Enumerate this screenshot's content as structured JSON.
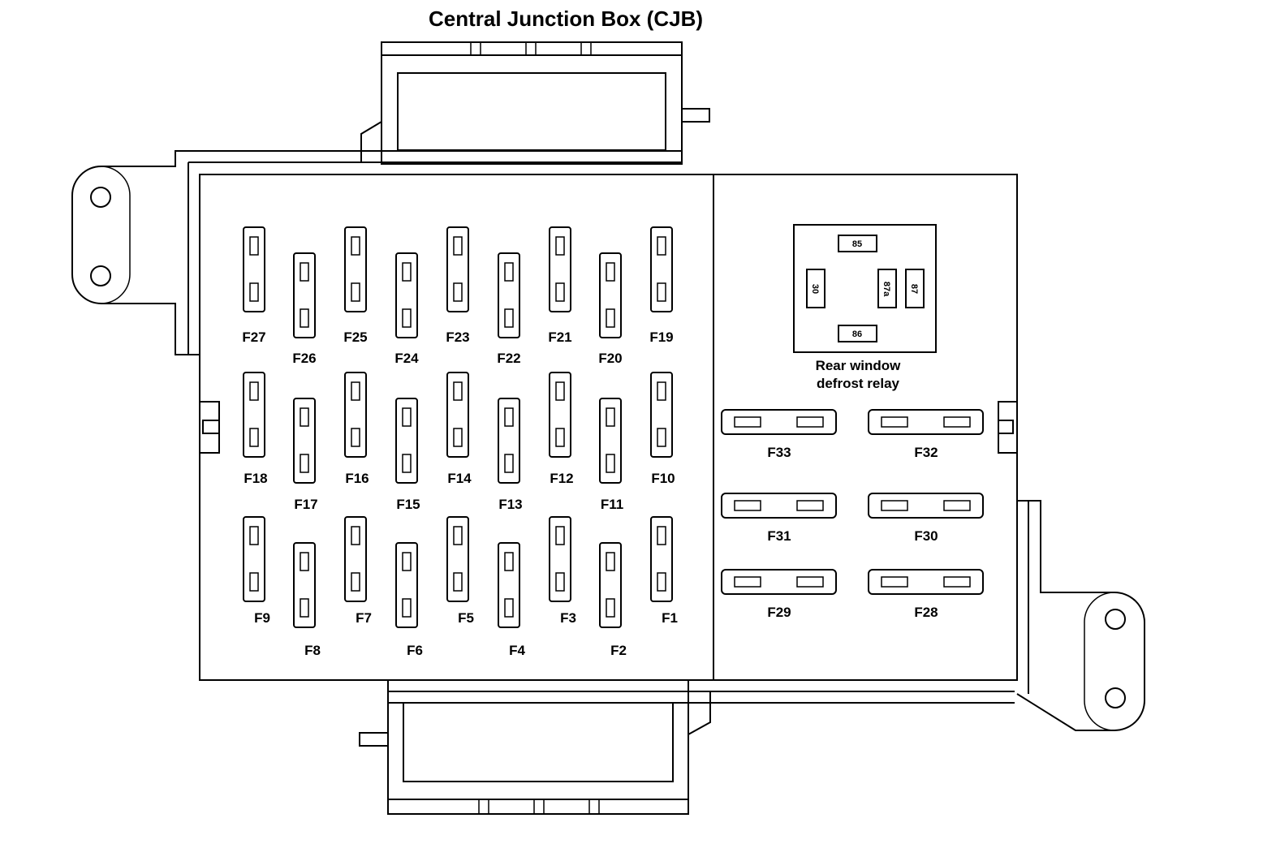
{
  "title": "Central Junction Box (CJB)",
  "relay": {
    "caption_line1": "Rear window",
    "caption_line2": "defrost relay",
    "pins": [
      "85",
      "30",
      "87a",
      "87",
      "86"
    ]
  },
  "fuses": {
    "row1_top": [
      "F27",
      "F25",
      "F23",
      "F21",
      "F19"
    ],
    "row1_low": [
      "F26",
      "F24",
      "F22",
      "F20"
    ],
    "row2_top": [
      "F18",
      "F16",
      "F14",
      "F12",
      "F10"
    ],
    "row2_low": [
      "F17",
      "F15",
      "F13",
      "F11"
    ],
    "row3_top": [
      "F9",
      "F7",
      "F5",
      "F3",
      "F1"
    ],
    "row3_low": [
      "F8",
      "F6",
      "F4",
      "F2"
    ],
    "maxi_left": [
      "F33",
      "F31",
      "F29"
    ],
    "maxi_right": [
      "F32",
      "F30",
      "F28"
    ]
  }
}
